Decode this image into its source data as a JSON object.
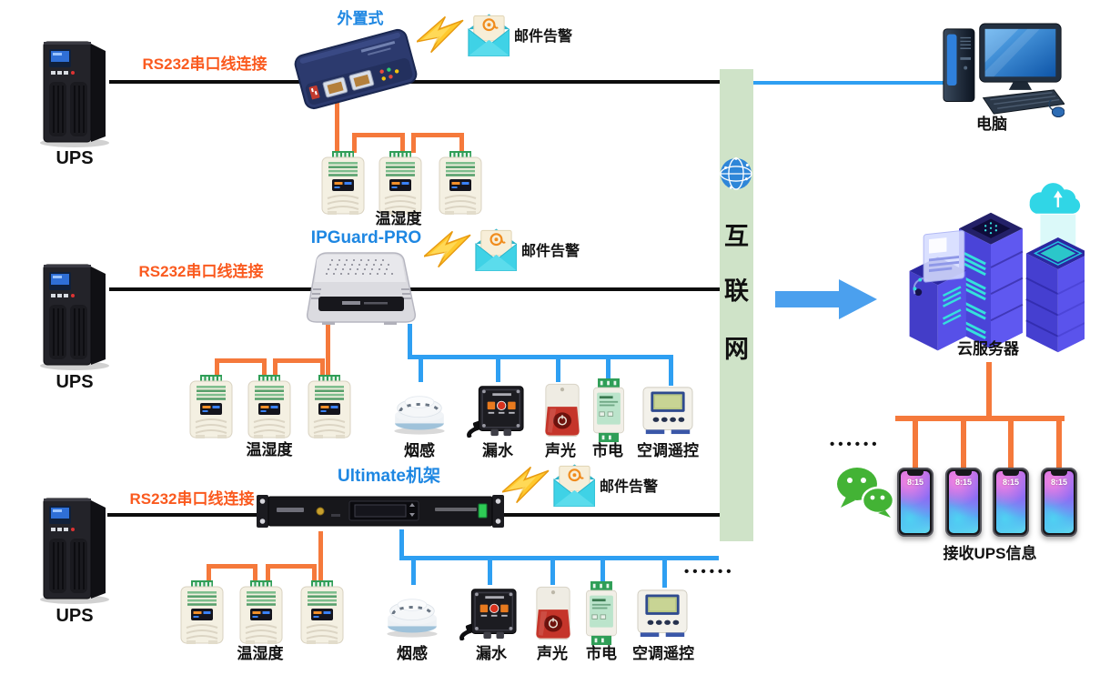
{
  "colors": {
    "rs232_text": "#FA5A1F",
    "orange_line": "#F5793B",
    "blue_line": "#2E9FF2",
    "black_line": "#0D0D0D",
    "internet_bar_bg": "#CFE3C8",
    "device_label_blue": "#1E87E2",
    "lightning_gold": "#FFC92D",
    "envelope_teal": "#3FD2E6",
    "wechat_green": "#43B335",
    "server_indigo": "#4A44D8",
    "server_cyan": "#35E0DC",
    "arrow_blue": "#4BA0EE",
    "globe_blue": "#2E86D8"
  },
  "rows": [
    {
      "ups_label": "UPS",
      "link_label": "RS232串口线连接",
      "device_label": "外置式",
      "email_label": "邮件告警",
      "th_label": "温湿度"
    },
    {
      "ups_label": "UPS",
      "link_label": "RS232串口线连接",
      "device_label": "IPGuard-PRO",
      "email_label": "邮件告警",
      "th_label": "温湿度",
      "sensors": [
        "烟感",
        "漏水",
        "声光",
        "市电",
        "空调遥控"
      ]
    },
    {
      "ups_label": "UPS",
      "link_label": "RS232串口线连接",
      "device_label": "Ultimate机架",
      "email_label": "邮件告警",
      "th_label": "温湿度",
      "sensors": [
        "烟感",
        "漏水",
        "声光",
        "市电",
        "空调遥控"
      ],
      "ellipsis": "••••••"
    }
  ],
  "internet": {
    "chars": [
      "互",
      "联",
      "网"
    ]
  },
  "right": {
    "computer_label": "电脑",
    "cloud_label": "云服务器",
    "receive_label": "接收UPS信息",
    "phone_time": "8:15",
    "ellipsis": "••••••"
  }
}
